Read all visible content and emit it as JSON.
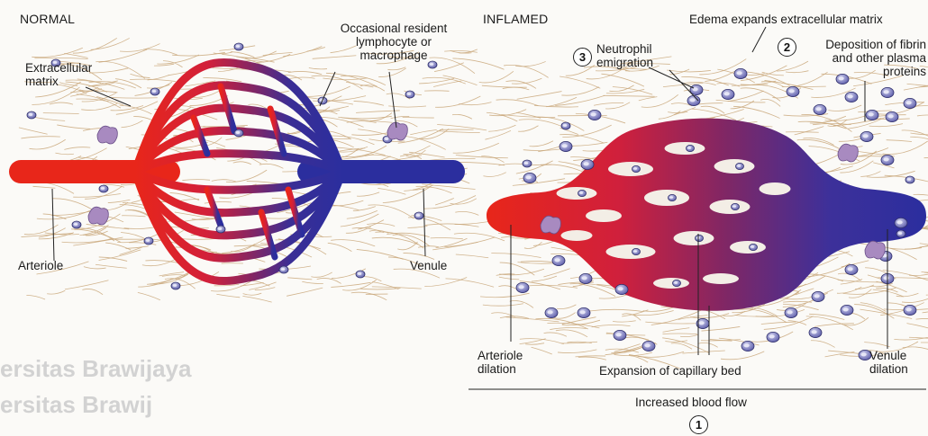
{
  "normal": {
    "heading": "NORMAL",
    "labels": {
      "matrix": [
        "Extracellular",
        "matrix"
      ],
      "resident": [
        "Occasional resident",
        "lymphocyte or",
        "macrophage"
      ],
      "arteriole": "Arteriole",
      "venule": "Venule"
    }
  },
  "inflamed": {
    "heading": "INFLAMED",
    "labels": {
      "edema": "Edema expands extracellular matrix",
      "neutrophil": [
        "Neutrophil",
        "emigration"
      ],
      "deposition": [
        "Deposition of fibrin",
        "and other plasma",
        "proteins"
      ],
      "arteriole_dilation": [
        "Arteriole",
        "dilation"
      ],
      "capillary": "Expansion of capillary bed",
      "venule_dilation": [
        "Venule",
        "dilation"
      ],
      "blood_flow": "Increased blood flow"
    },
    "markers": [
      "3",
      "2",
      "1"
    ]
  },
  "watermark": [
    "ersitas Brawijaya",
    "ersitas Brawij"
  ],
  "colors": {
    "artery": "#e2231a",
    "vein": "#2a2c9a",
    "fiber": "#c9a77a",
    "nucleus": "#4a4a9a",
    "macrophage": "#a88ac0"
  }
}
